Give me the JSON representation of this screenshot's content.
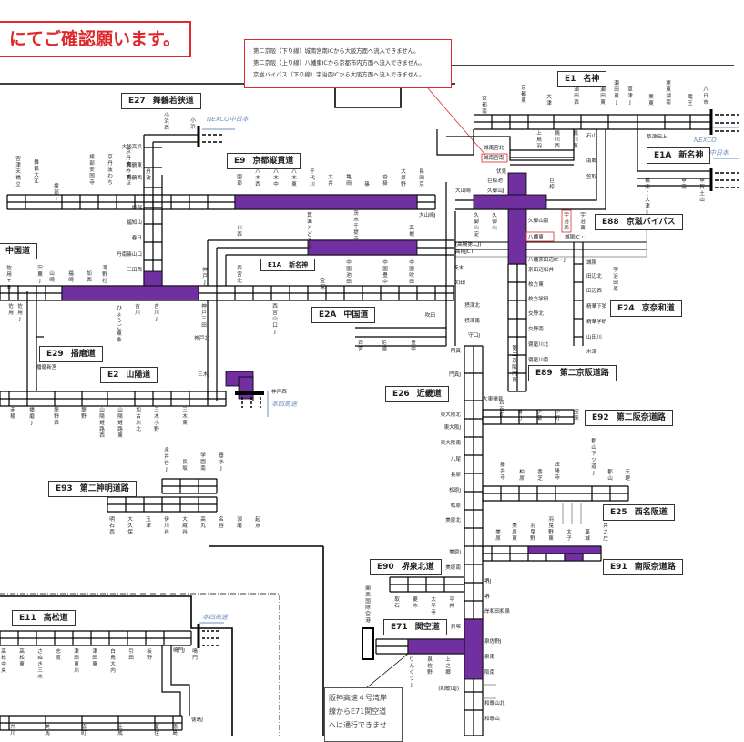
{
  "notice": {
    "text": "にてご確認願います。"
  },
  "restrictions": [
    "第二京阪（下り線）城南宮南ICから大阪方面へ流入できません。",
    "第二京阪（上り線）八幡東ICから京都市内方面へ流入できません。",
    "京滋バイパス（下り線）宇治西ICから大阪方面へ流入できません。"
  ],
  "colors": {
    "closed_section": "#7030a0",
    "notice_border": "#e0282c",
    "line": "#000000",
    "nexco_label": "#6f8fc0",
    "gray_line": "#999999"
  },
  "legend": {
    "closed_section_meaning": "purple-filled segments"
  },
  "routes": [
    {
      "code": "E1",
      "name": "名神"
    },
    {
      "code": "E1A",
      "name": "新名神",
      "id": "e1a-east"
    },
    {
      "code": "E1A",
      "name": "新名神",
      "id": "e1a-west"
    },
    {
      "code": "E2",
      "name": "山陽道"
    },
    {
      "code": "E2A",
      "name": "中国道"
    },
    {
      "code": "",
      "name": "中国道"
    },
    {
      "code": "E9",
      "name": "京都縦貫道"
    },
    {
      "code": "E11",
      "name": "高松道"
    },
    {
      "code": "E24",
      "name": "京奈和道"
    },
    {
      "code": "E25",
      "name": "西名阪道"
    },
    {
      "code": "E26",
      "name": "近畿道"
    },
    {
      "code": "E27",
      "name": "舞鶴若狭道"
    },
    {
      "code": "E29",
      "name": "播磨道"
    },
    {
      "code": "E71",
      "name": "関空道"
    },
    {
      "code": "E88",
      "name": "京滋バイパス"
    },
    {
      "code": "E89",
      "name": "第二京阪道路"
    },
    {
      "code": "E90",
      "name": "堺泉北道"
    },
    {
      "code": "E91",
      "name": "南阪奈道路"
    },
    {
      "code": "E92",
      "name": "第二阪奈道路"
    },
    {
      "code": "E93",
      "name": "第二神明道路"
    }
  ],
  "external_labels": {
    "nexco_central_1": "NEXCO中日本",
    "nexco_central_2a": "NEXCO",
    "nexco_central_2b": "中日本",
    "honshi_1": "本四高速",
    "honshi_2": "本四高速"
  },
  "note_e71": [
    "阪神高速４号湾岸",
    "線からE71関空道",
    "へは通行できませ"
  ],
  "stations": {
    "e1": [
      "京都南",
      "京都東",
      "大津",
      "瀬田西",
      "瀬田東",
      "瀬田東J",
      "草津J",
      "栗東",
      "栗東湖南",
      "竜王",
      "八日市"
    ],
    "e1_inner": [
      "上鳥羽",
      "鴨川西",
      "鴨川東",
      "石山",
      "南郷",
      "笠取",
      "草津田上",
      "城南宮北",
      "城南宮南",
      "伏見",
      "巨椋池",
      "久御山J",
      "大山崎",
      "巨椋",
      "横楽(大津J)",
      "甲南",
      "甲賀土山"
    ],
    "e88": [
      "久御山淀",
      "久御山",
      "久御山南",
      "宇治西",
      "宇治東",
      "八幡東",
      "城陽IC・J",
      "(高槻第二J)",
      "高槻JCT"
    ],
    "e89": [
      "八幡京田辺IC・J",
      "京田辺松井",
      "枚方東",
      "枚方学研",
      "交野北",
      "交野南",
      "寝屋川北",
      "寝屋川南",
      "第二京阪門真"
    ],
    "e24": [
      "城陽",
      "田辺北",
      "田辺西",
      "精華下狛",
      "精華学研",
      "山田川",
      "木津",
      "宇治田原"
    ],
    "e9": [
      "宮津天橋立",
      "舞鶴大江",
      "綾部J",
      "綾部安国寺",
      "京丹波わち",
      "京丹波みずほ",
      "丹波",
      "園部",
      "八木西",
      "八木中",
      "八木東",
      "千代川",
      "大井",
      "亀岡",
      "篠",
      "沓掛",
      "大原野",
      "長岡京",
      "大山崎J"
    ],
    "e27": [
      "小浜西",
      "小浜",
      "大飯高浜",
      "舞鶴東",
      "舞鶴西",
      "綾部",
      "福知山",
      "春日",
      "丹南篠山口",
      "三田西"
    ],
    "chugoku": [
      "佐用TB",
      "佐用",
      "佐用J",
      "宍粟J",
      "山崎",
      "福崎",
      "加西",
      "滝野社",
      "ひょうご東条",
      "吉川",
      "吉川J",
      "神戸J",
      "神戸三田",
      "神戸北",
      "西宮北",
      "西宮山口J",
      "宝塚",
      "中国池田",
      "中国豊中",
      "中国吹田",
      "川西",
      "箕面とどろみ",
      "茨木千提寺",
      "高槻"
    ],
    "e2a": [
      "吹田",
      "西宮",
      "尼崎",
      "豊中",
      "茨木",
      "吹田J",
      "門真",
      "門真J"
    ],
    "e2": [
      "赤穂",
      "播磨J",
      "龍野西",
      "龍野",
      "山陽姫路西",
      "山陽姫路東",
      "加古川北",
      "三木小野",
      "三木東",
      "三木J",
      "神戸西",
      "播磨新宮"
    ],
    "e26": [
      "大東鶴見",
      "東大阪北",
      "東大阪J",
      "東大阪南",
      "八尾",
      "長原",
      "松原J",
      "松原",
      "美原北",
      "美原J",
      "美原南",
      "摂津北",
      "摂津南",
      "守口J"
    ],
    "e92": [
      "西石切",
      "善分",
      "小瀬",
      "中町",
      "宝来"
    ],
    "e25": [
      "藤井寺",
      "柏原",
      "香芝",
      "法隆寺",
      "郡山下ツ道J",
      "郡山",
      "天理"
    ],
    "e91": [
      "美原",
      "美原東",
      "羽曳野",
      "羽曳野東",
      "太子",
      "葛城",
      "弁之庄"
    ],
    "e90": [
      "取石",
      "菱木",
      "太平寺",
      "平井"
    ],
    "e93": [
      "永井谷J",
      "長坂",
      "学園南",
      "垂水J",
      "明石西",
      "大久保",
      "玉津",
      "伊川谷",
      "大蔵谷",
      "高丸",
      "名谷",
      "須磨",
      "起点"
    ],
    "hanwa": [
      "堺J",
      "堺",
      "岸和田和泉",
      "貝塚",
      "泉佐野J",
      "泉南",
      "阪南",
      "(和歌山J)",
      "和歌山北",
      "和歌山"
    ],
    "e71": [
      "関西国際空港",
      "りんくうJ",
      "泉佐野",
      "上之郷"
    ],
    "e11": [
      "高松中央",
      "高松東",
      "さぬき三木",
      "志度",
      "津田東川",
      "津田東",
      "白鳥大内",
      "引田",
      "板野",
      "鳴門J",
      "鳴門",
      "徳島J",
      "井川",
      "美馬",
      "脇町",
      "土成",
      "藍住",
      "徳島"
    ]
  }
}
